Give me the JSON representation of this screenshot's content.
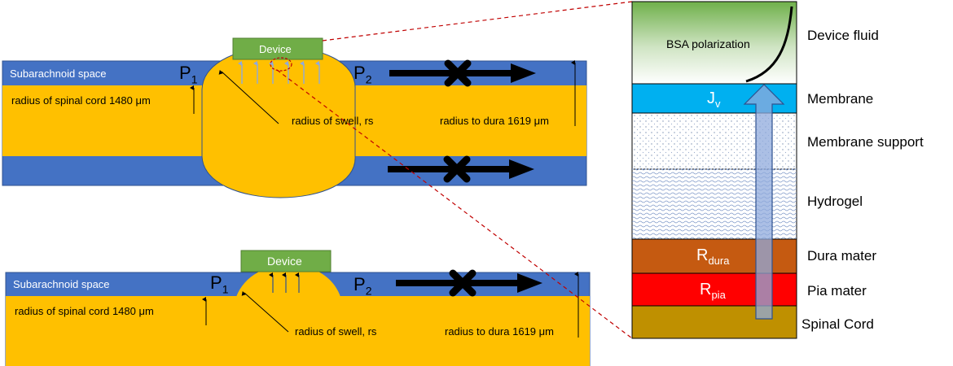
{
  "top": {
    "device": "Device",
    "space": "Subarachnoid space",
    "p1": {
      "main": "P",
      "sub": "1"
    },
    "p2": {
      "main": "P",
      "sub": "2"
    },
    "cord_radius": "radius of spinal cord 1480 μm",
    "swell_radius": "radius of swell, rs",
    "dura_radius": "radius to dura 1619 μm"
  },
  "bottom": {
    "device": "Device",
    "space": "Subarachnoid space",
    "p1": {
      "main": "P",
      "sub": "1"
    },
    "p2": {
      "main": "P",
      "sub": "2"
    },
    "cord_radius": "radius of spinal cord 1480 μm",
    "swell_radius": "radius of swell, rs",
    "dura_radius": "radius to dura 1619 μm"
  },
  "stack": {
    "polarization": "BSA polarization",
    "jv": {
      "main": "J",
      "sub": "v"
    },
    "rdura": {
      "main": "R",
      "sub": "dura"
    },
    "rpia": {
      "main": "R",
      "sub": "pia"
    },
    "layers": [
      "Device fluid",
      "Membrane",
      "Membrane support",
      "Hydrogel",
      "Dura mater",
      "Pia mater",
      "Spinal Cord"
    ]
  },
  "colors": {
    "csf_blue": "#4472c4",
    "cord_yellow": "#ffc000",
    "device_green": "#70ad47",
    "membrane_cyan": "#00b0f0",
    "dura_orange": "#c55a11",
    "pia_red": "#ff0000",
    "spinal_olive": "#bf9000",
    "arrow_blue": "#8faadc",
    "zoom_red": "#c00000"
  }
}
